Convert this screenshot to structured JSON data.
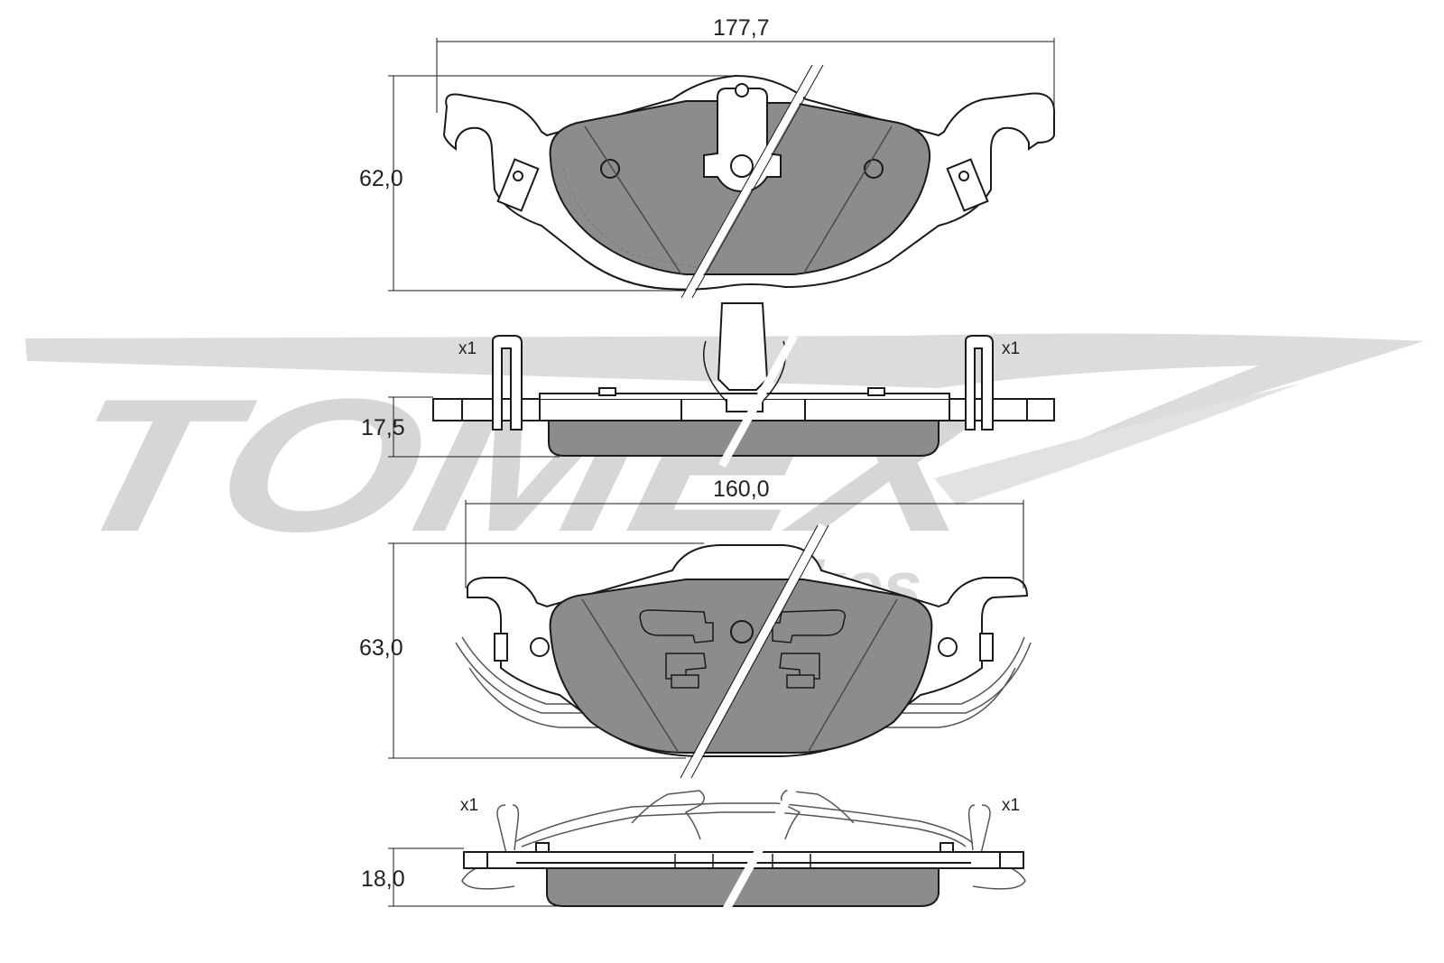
{
  "watermark": {
    "brand": "TOMEX",
    "subbrand": "brakes",
    "color": "#d9d9d9"
  },
  "colors": {
    "line": "#1a1a1a",
    "friction": "#8c8c8c",
    "thin": "#9a9a9a",
    "cut": "#ffffff"
  },
  "pad1": {
    "width_label": "177,7",
    "height_label": "62,0",
    "thickness_label": "17,5",
    "qty_left": "x1",
    "qty_right": "x1"
  },
  "pad2": {
    "width_label": "160,0",
    "height_label": "63,0",
    "thickness_label": "18,0",
    "qty_left": "x1",
    "qty_right": "x1"
  }
}
